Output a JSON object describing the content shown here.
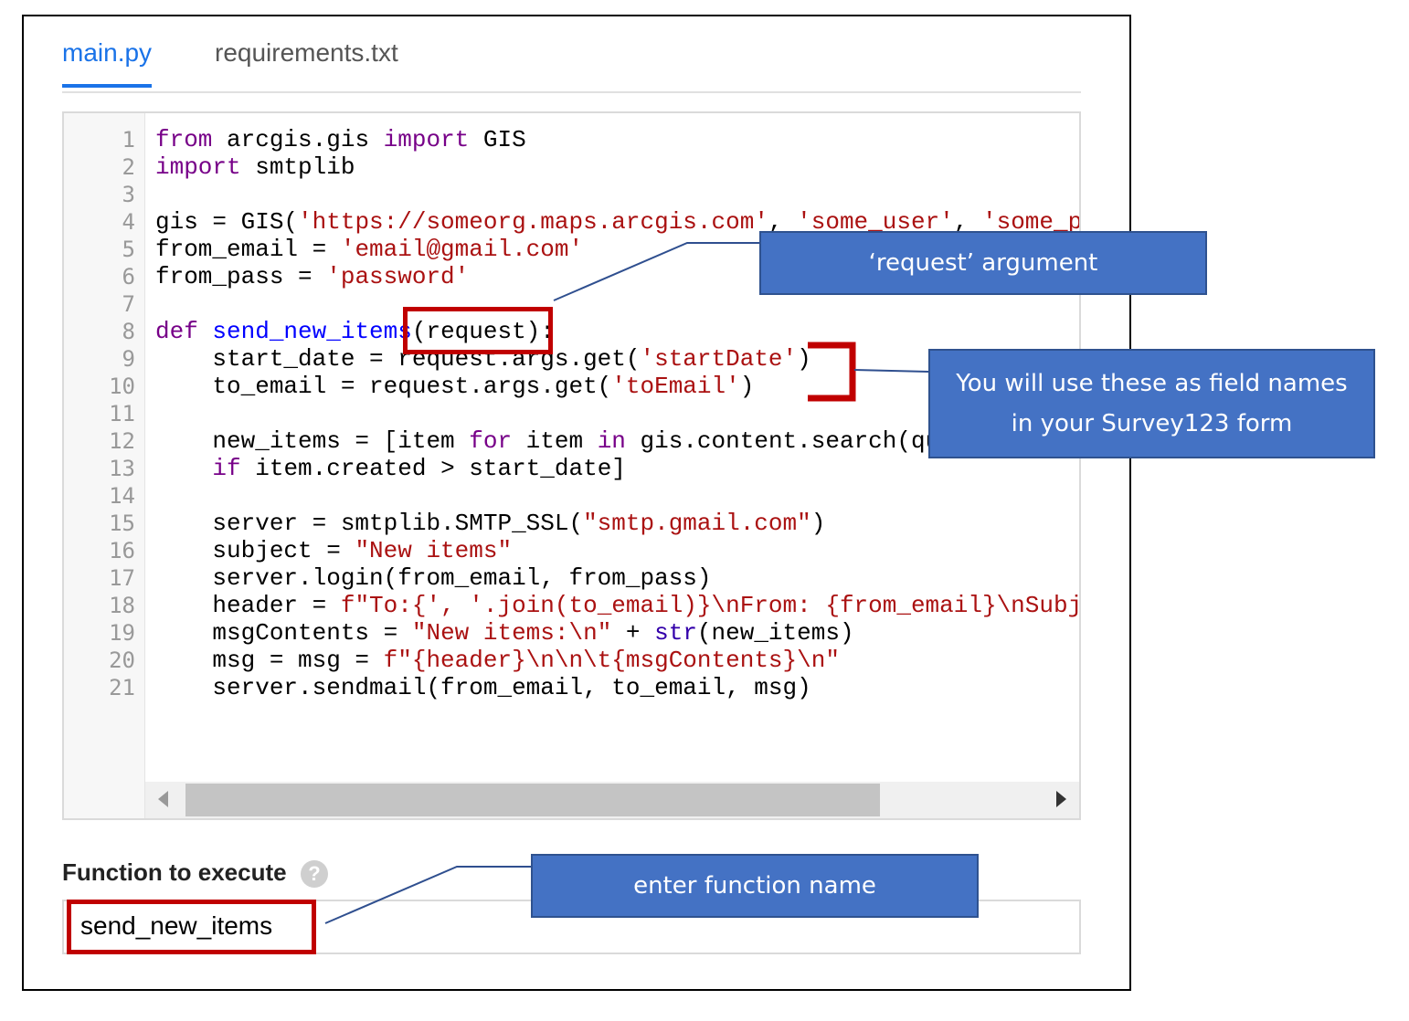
{
  "tabs": [
    {
      "label": "main.py",
      "active": true
    },
    {
      "label": "requirements.txt",
      "active": false
    }
  ],
  "editor": {
    "line_numbers": [
      "1",
      "2",
      "3",
      "4",
      "5",
      "6",
      "7",
      "8",
      "9",
      "10",
      "11",
      "12",
      "13",
      "14",
      "15",
      "16",
      "17",
      "18",
      "19",
      "20",
      "21"
    ],
    "code_lines": [
      "from arcgis.gis import GIS",
      "import smtplib",
      "",
      "gis = GIS('https://someorg.maps.arcgis.com', 'some_user', 'some_pa",
      "from_email = 'email@gmail.com'",
      "from_pass = 'password'",
      "",
      "def send_new_items(request):",
      "    start_date = request.args.get('startDate')",
      "    to_email = request.args.get('toEmail')",
      "",
      "    new_items = [item for item in gis.content.search(query",
      "    if item.created > start_date]",
      "",
      "    server = smtplib.SMTP_SSL(\"smtp.gmail.com\")",
      "    subject = \"New items\"",
      "    server.login(from_email, from_pass)",
      "    header = f\"To:{', '.join(to_email)}\\nFrom: {from_email}\\nSubje",
      "    msgContents = \"New items:\\n\" + str(new_items)",
      "    msg = msg = f\"{header}\\n\\n\\t{msgContents}\\n\"",
      "    server.sendmail(from_email, to_email, msg)"
    ],
    "expand_icon": "fullscreen-icon"
  },
  "function_section": {
    "label": "Function to execute",
    "help_icon": "?",
    "value": "send_new_items"
  },
  "callouts": {
    "request_arg": "‘request’ argument",
    "field_names_line1": "You will use these as field names",
    "field_names_line2": "in your Survey123 form",
    "enter_function": "enter function name"
  },
  "colors": {
    "accent": "#1a73e8",
    "callout_bg": "#4472c4",
    "highlight_red": "#c00000",
    "keyword": "#770088",
    "string": "#aa1111",
    "def_name": "#0000ff"
  }
}
